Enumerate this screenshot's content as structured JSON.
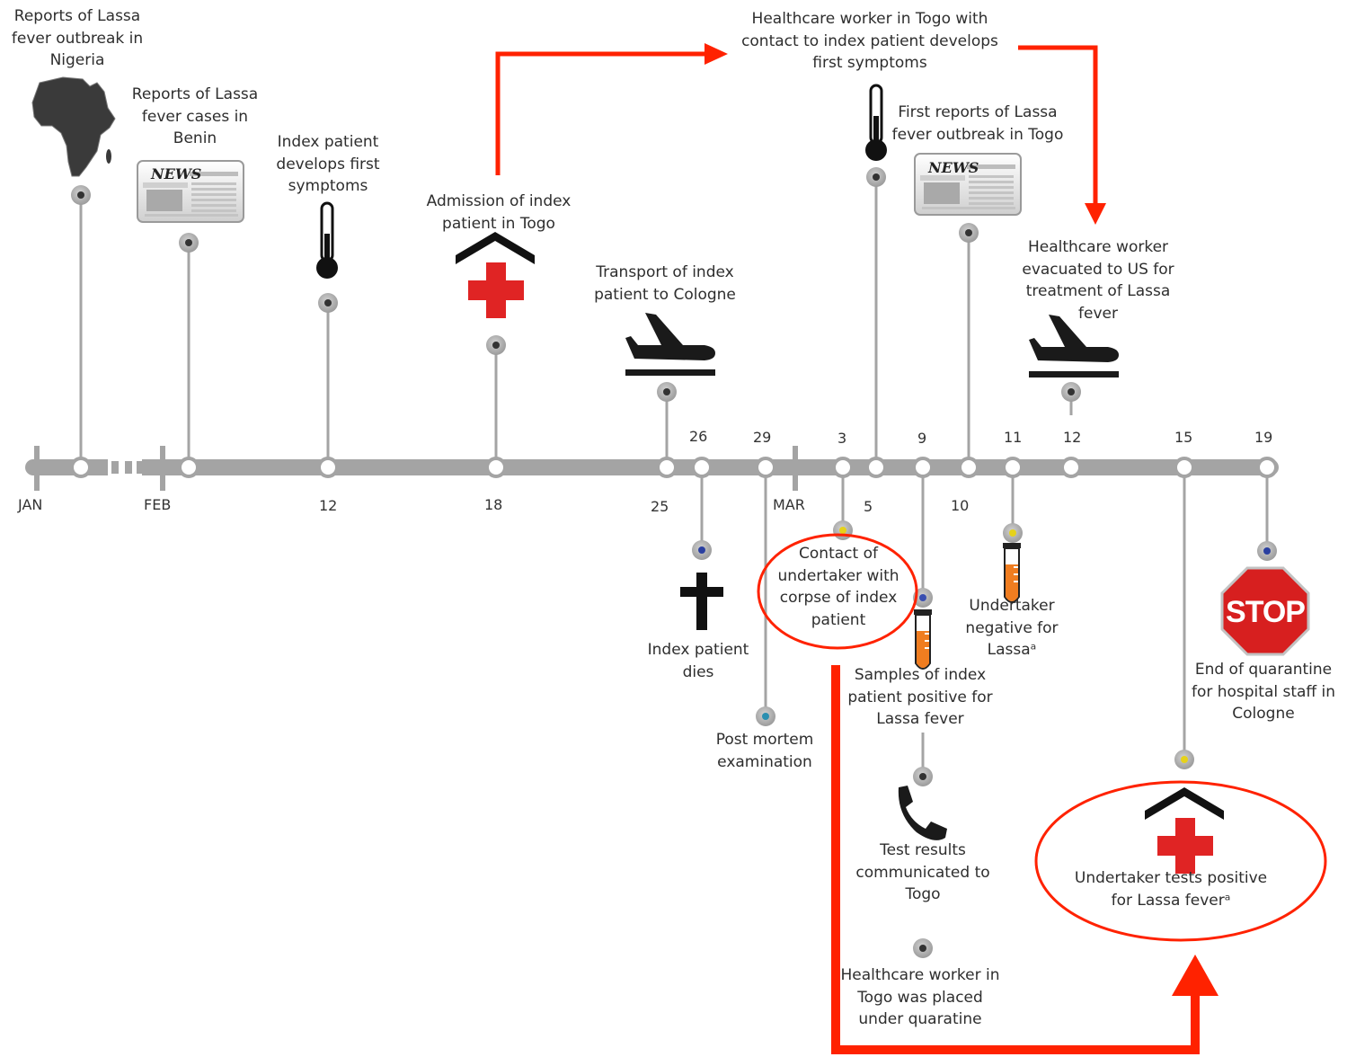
{
  "months": {
    "jan": "JAN",
    "feb": "FEB",
    "mar": "MAR"
  },
  "dates_above": {
    "d26": "26",
    "d29": "29",
    "d3": "3",
    "d9": "9",
    "d11": "11",
    "d12": "12",
    "d15": "15",
    "d19": "19"
  },
  "dates_below": {
    "d12": "12",
    "d18": "18",
    "d25": "25",
    "d5": "5",
    "d10": "10"
  },
  "events": {
    "nigeria": "Reports of Lassa fever outbreak in Nigeria",
    "benin": "Reports of Lassa fever cases in Benin",
    "symptoms": "Index patient develops first symptoms",
    "admission": "Admission of index patient in Togo",
    "transport": "Transport of index patient to Cologne",
    "hcw_symptoms": "Healthcare worker in Togo with contact to index patient develops first symptoms",
    "togo_outbreak": "First reports of Lassa fever outbreak in Togo",
    "evacuated": "Healthcare worker evacuated to US for treatment of Lassa fever",
    "dies": "Index patient dies",
    "postmortem": "Post mortem examination",
    "contact": "Contact of undertaker with corpse of index patient",
    "samples": "Samples of index patient positive for Lassa fever",
    "test_results": "Test results communicated to Togo",
    "quarantine_togo": "Healthcare worker in Togo was placed under quaratine",
    "undertaker_neg": "Undertaker negative for Lassaᵃ",
    "undertaker_pos": "Undertaker tests positive for Lassa feverᵃ",
    "end_quarantine": "End of quarantine for hospital staff in Cologne"
  },
  "icons": {
    "news": "NEWS",
    "stop": "STOP",
    "africa": "africa-map-icon",
    "thermometer": "thermometer-icon",
    "hospital": "hospital-icon",
    "plane": "plane-icon",
    "cross": "cross-icon",
    "test_tube": "test-tube-icon",
    "phone": "phone-icon"
  },
  "colors": {
    "timeline": "#a4a4a4",
    "highlight": "#ff2200",
    "tube": "#f07d20",
    "hospital_cross": "#e02424",
    "stop": "#d71f1f"
  }
}
